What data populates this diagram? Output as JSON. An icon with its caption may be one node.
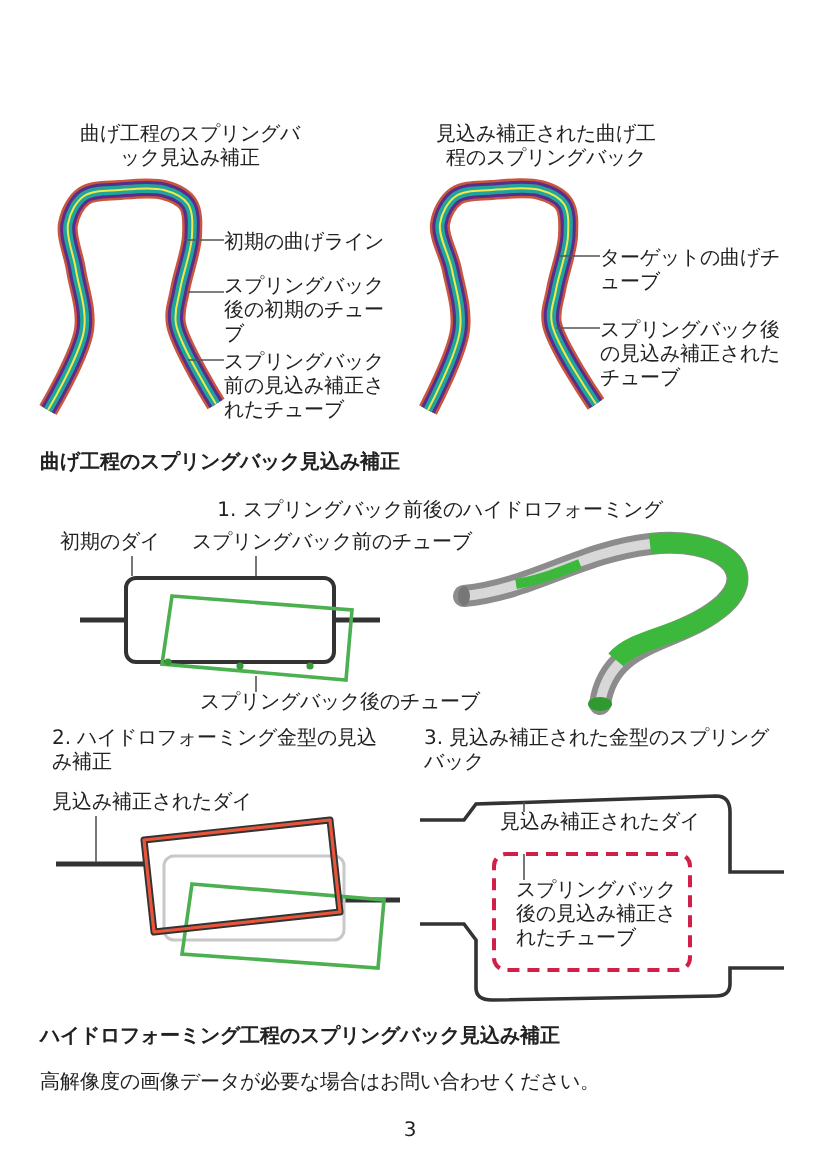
{
  "diagram": {
    "nodes": [
      {
        "text": [
          "初期の曲げライン"
        ]
      },
      {
        "text": [
          "スプリングバック後の初期のチューブ"
        ]
      },
      {
        "text": [
          "スプリングバック前の見込み補正されたチューブ"
        ]
      },
      {
        "text": [
          "ターゲットの曲げチューブ"
        ]
      },
      {
        "text": [
          "スプリングバック後の見込み補正されたチューブ"
        ]
      },
      {
        "text": [],
        "shape": "box"
      },
      {
        "text": [
          "初期のダイ"
        ]
      },
      {
        "text": [
          "スプリングバック前のチューブ"
        ]
      },
      {
        "text": [
          "スプリングバック後のチューブ"
        ]
      },
      {
        "text": [
          "見込み補正されたダイ"
        ]
      },
      {
        "text": [
          "見込み補正されたダイ"
        ]
      },
      {
        "text": [],
        "shape": "box"
      },
      {
        "text": [
          "スプリングバック後の見込み補正されたチューブ"
        ],
        "in": 11
      }
    ],
    "edges": [
      {
        "from": 0,
        "to": null,
        "arrow": "none"
      },
      {
        "from": 1,
        "to": null,
        "arrow": "none"
      },
      {
        "from": 2,
        "to": null,
        "arrow": "none"
      },
      {
        "from": 3,
        "to": null,
        "arrow": "none"
      },
      {
        "from": 4,
        "to": null,
        "arrow": "none"
      },
      {
        "from": 6,
        "to": 5,
        "arrow": "none"
      },
      {
        "from": 7,
        "to": 5,
        "arrow": "none"
      },
      {
        "from": 8,
        "to": null,
        "arrow": "none"
      },
      {
        "from": 9,
        "to": null,
        "arrow": "none"
      },
      {
        "from": 10,
        "to": null,
        "arrow": "none"
      },
      {
        "from": 12,
        "to": 11,
        "arrow": "none"
      }
    ],
    "labels": [
      "曲げ工程のスプリングバック見込み補正",
      "見込み補正された曲げ工程のスプリングバック",
      "曲げ工程のスプリングバック見込み補正",
      "1. スプリングバック前後のハイドロフォーミング",
      "2. ハイドロフォーミング金型の見込み補正",
      "3. 見込み補正された金型のスプリングバック",
      "ハイドロフォーミング工程のスプリングバック見込み補正",
      "高解像度の画像データが必要な場合はお問い合わせください。",
      "3"
    ]
  }
}
